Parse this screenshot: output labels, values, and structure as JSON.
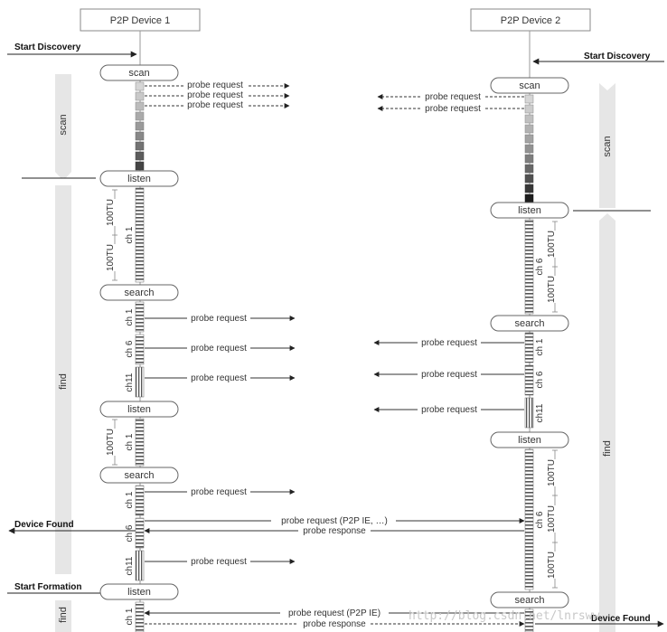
{
  "devices": {
    "device1": "P2P Device 1",
    "device2": "P2P Device 2"
  },
  "states": {
    "scan": "scan",
    "listen": "listen",
    "search": "search",
    "find": "find"
  },
  "channels": {
    "ch1": "ch 1",
    "ch6": "ch 6",
    "ch11": "ch11"
  },
  "durations": {
    "tu100": "100TU"
  },
  "messages": {
    "probe_request": "probe request",
    "probe_request_p2p_ie_etc": "probe request (P2P IE, …)",
    "probe_request_p2p_ie": "probe request (P2P IE)",
    "probe_response": "probe response"
  },
  "events": {
    "start_discovery": "Start Discovery",
    "device_found": "Device Found",
    "start_formation": "Start Formation"
  },
  "watermark": "http://blog.csdn.net/lnrsww"
}
